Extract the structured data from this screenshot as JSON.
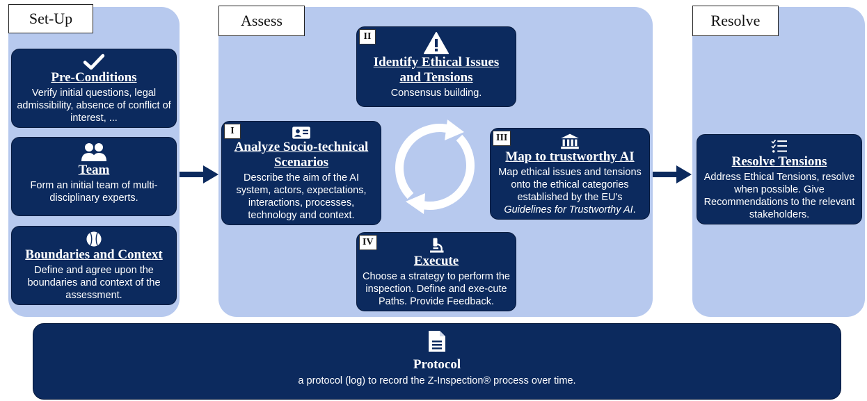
{
  "phases": {
    "setup": "Set-Up",
    "assess": "Assess",
    "resolve": "Resolve"
  },
  "setup": {
    "preconditions": {
      "title": "Pre-Conditions",
      "desc": "Verify initial questions, legal admissibility, absence of conflict of interest, ..."
    },
    "team": {
      "title": "Team",
      "desc": "Form an initial team of multi-disciplinary experts."
    },
    "boundaries": {
      "title": "Boundaries and Context",
      "desc": "Define and agree upon the boundaries and context of the assessment."
    }
  },
  "assess": {
    "analyze": {
      "num": "I",
      "title": "Analyze Socio-technical Scenarios",
      "desc": "Describe the aim of the AI system, actors, expectations, interactions, processes, technology and context."
    },
    "identify": {
      "num": "II",
      "title": "Identify Ethical Issues and Tensions",
      "desc": "Consensus building."
    },
    "map": {
      "num": "III",
      "title": "Map to trustworthy AI",
      "desc": "Map ethical issues and tensions onto the ethical categories established by the EU's",
      "desc_italic": "Guidelines for Trustworthy AI",
      "desc_end": "."
    },
    "execute": {
      "num": "IV",
      "title": "Execute",
      "desc": "Choose a strategy to perform the inspection. Define and exe-cute Paths. Provide Feedback."
    }
  },
  "resolve": {
    "title": "Resolve Tensions",
    "desc": "Address Ethical Tensions, resolve when possible. Give Recommendations to the relevant stakeholders."
  },
  "protocol": {
    "title": "Protocol",
    "desc": "a protocol (log) to record the Z-Inspection® process over time."
  },
  "colors": {
    "panel": "#b7c9ee",
    "box": "#0c2a5e"
  },
  "icons": {
    "preconditions": "checkmark-icon",
    "team": "users-icon",
    "boundaries": "baseball-icon",
    "analyze": "id-card-icon",
    "identify": "warning-icon",
    "map": "landmark-icon",
    "execute": "microscope-icon",
    "resolve": "task-list-icon",
    "protocol": "document-icon"
  }
}
